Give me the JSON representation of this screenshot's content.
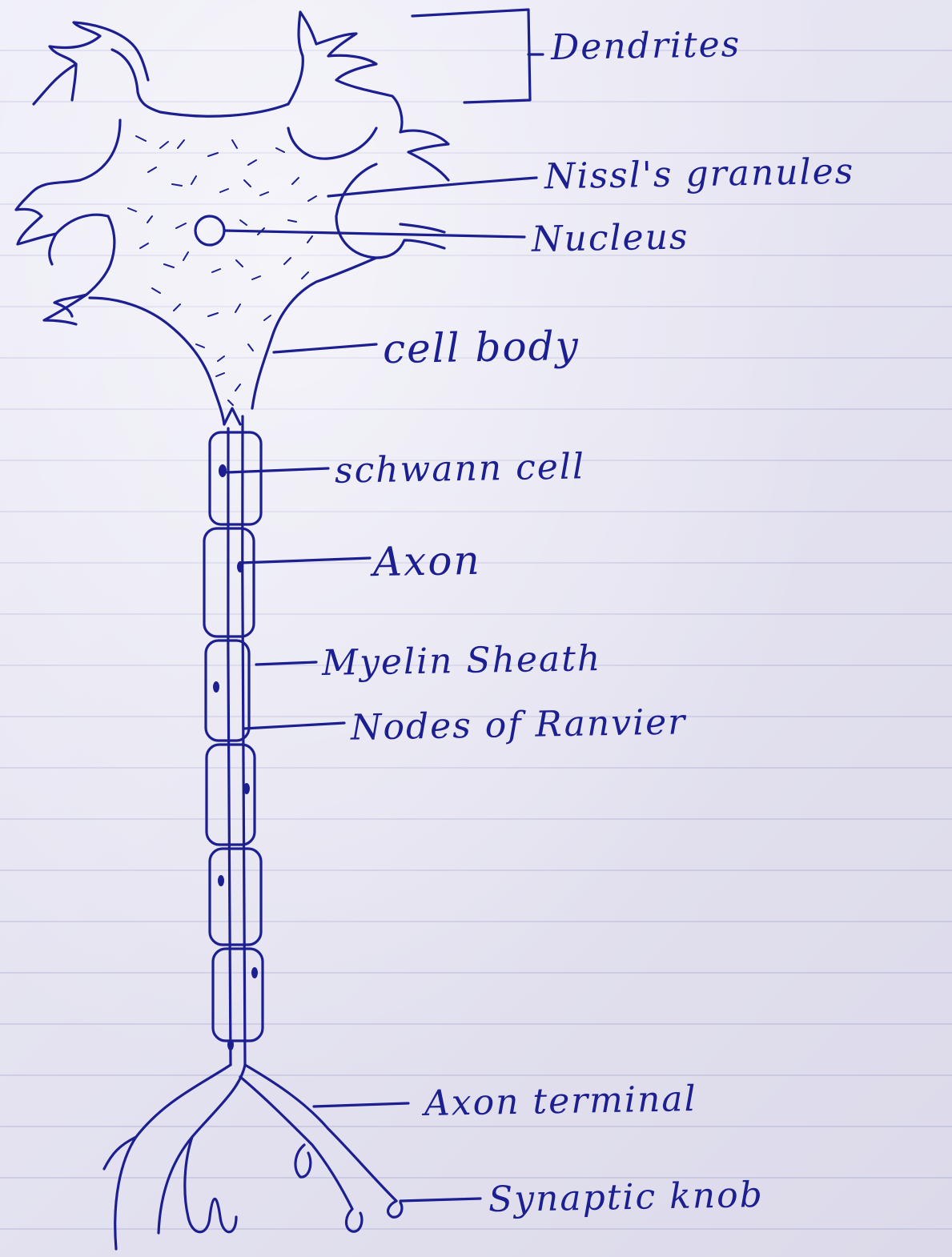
{
  "ink_color": "#1c1f8f",
  "paper_color": "#e6e4f2",
  "labels": {
    "dendrites": "Dendrites",
    "nissls_granules": "Nissl's granules",
    "nucleus": "Nucleus",
    "cell_body": "cell body",
    "schwann_cell": "schwann cell",
    "axon": "Axon",
    "myelin_sheath": "Myelin Sheath",
    "nodes_of_ranvier": "Nodes of Ranvier",
    "axon_terminal": "Axon terminal",
    "synaptic_knob": "Synaptic knob"
  }
}
